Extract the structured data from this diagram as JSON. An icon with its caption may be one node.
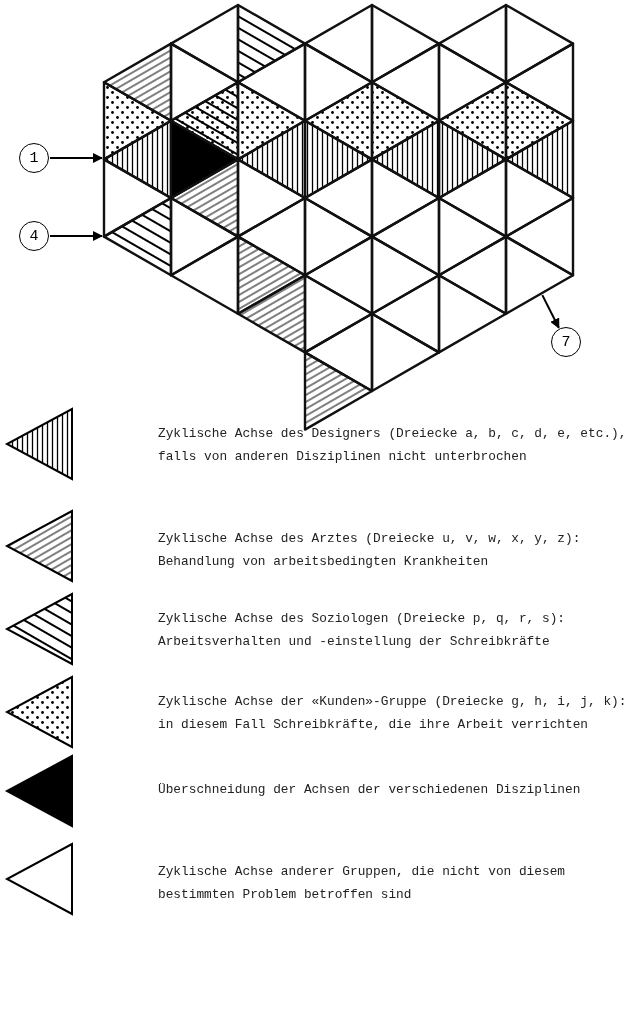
{
  "diagram": {
    "nodes": [
      {
        "text": [],
        "shape": "picture"
      },
      {
        "text": [
          "1"
        ]
      },
      {
        "text": [
          "4"
        ]
      },
      {
        "text": [
          "7"
        ]
      }
    ],
    "edges": [
      {
        "from": 1,
        "to": 0,
        "arrow": "to"
      },
      {
        "from": 2,
        "to": 0,
        "arrow": "to"
      },
      {
        "from": 0,
        "to": 3,
        "arrow": "to"
      }
    ],
    "legend": [
      {
        "text": "Zyklische Achse des Designers (Dreiecke a, b, c, d, e, etc.), falls von anderen Disziplinen nicht unterbrochen"
      },
      {
        "text": "Zyklische Achse des Arztes (Dreiecke u, v, w, x, y, z): Behandlung von arbeitsbedingten Krankheiten"
      },
      {
        "text": "Zyklische Achse des Soziologen (Dreiecke p, q, r, s): Arbeitsverhalten und -einstellung der Schreibkräfte"
      },
      {
        "text": "Zyklische Achse der «Kunden»-Gruppe (Dreiecke g, h, i, j, k): in diesem Fall Schreibkräfte, die ihre Arbeit verrichten"
      },
      {
        "text": "Überschneidung der Achsen der verschiedenen Disziplinen",
        "color": "#000000"
      },
      {
        "text": "Zyklische Achse anderer Gruppen, die nicht von diesem bestimmten Problem betroffen sind"
      }
    ]
  }
}
